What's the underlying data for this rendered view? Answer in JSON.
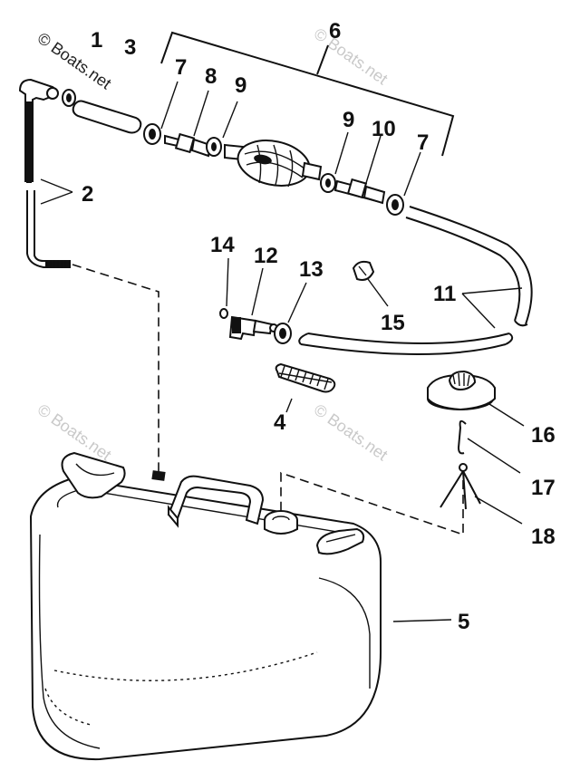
{
  "watermarks": {
    "primary": "© Boats.net",
    "secondary": [
      "© Boats.net",
      "© Boats.net",
      "© Boats.net"
    ]
  },
  "callouts": [
    "1",
    "2",
    "3",
    "4",
    "5",
    "6",
    "7",
    "8",
    "9",
    "9",
    "10",
    "7",
    "11",
    "12",
    "13",
    "14",
    "15",
    "16",
    "17",
    "18"
  ],
  "colors": {
    "ink": "#111111",
    "watermark": "#c9c9c9",
    "background": "#ffffff"
  }
}
